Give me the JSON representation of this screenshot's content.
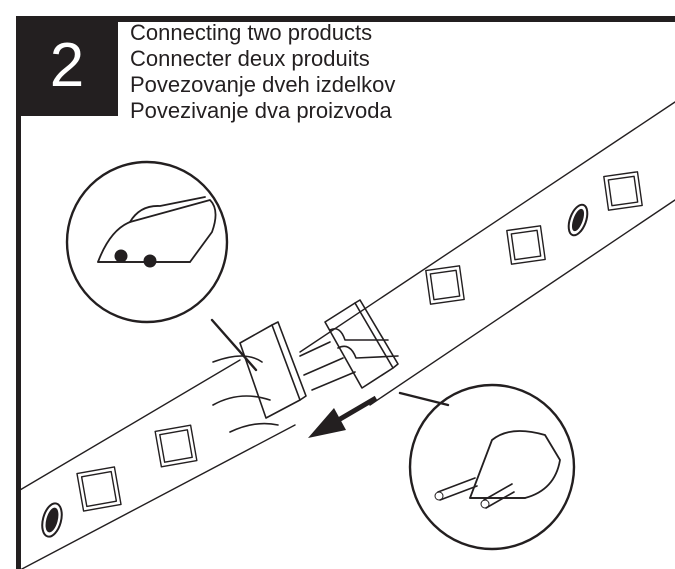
{
  "step": {
    "number": "2"
  },
  "titles": [
    "Connecting two products",
    "Connecter deux produits",
    "Povezovanje dveh izdelkov",
    "Povezivanje dva proizvoda"
  ],
  "colors": {
    "ink": "#231f20",
    "paper": "#ffffff"
  },
  "icons": [
    "led-strip-icon",
    "connector-socket-icon",
    "connector-plug-icon",
    "arrow-icon"
  ]
}
